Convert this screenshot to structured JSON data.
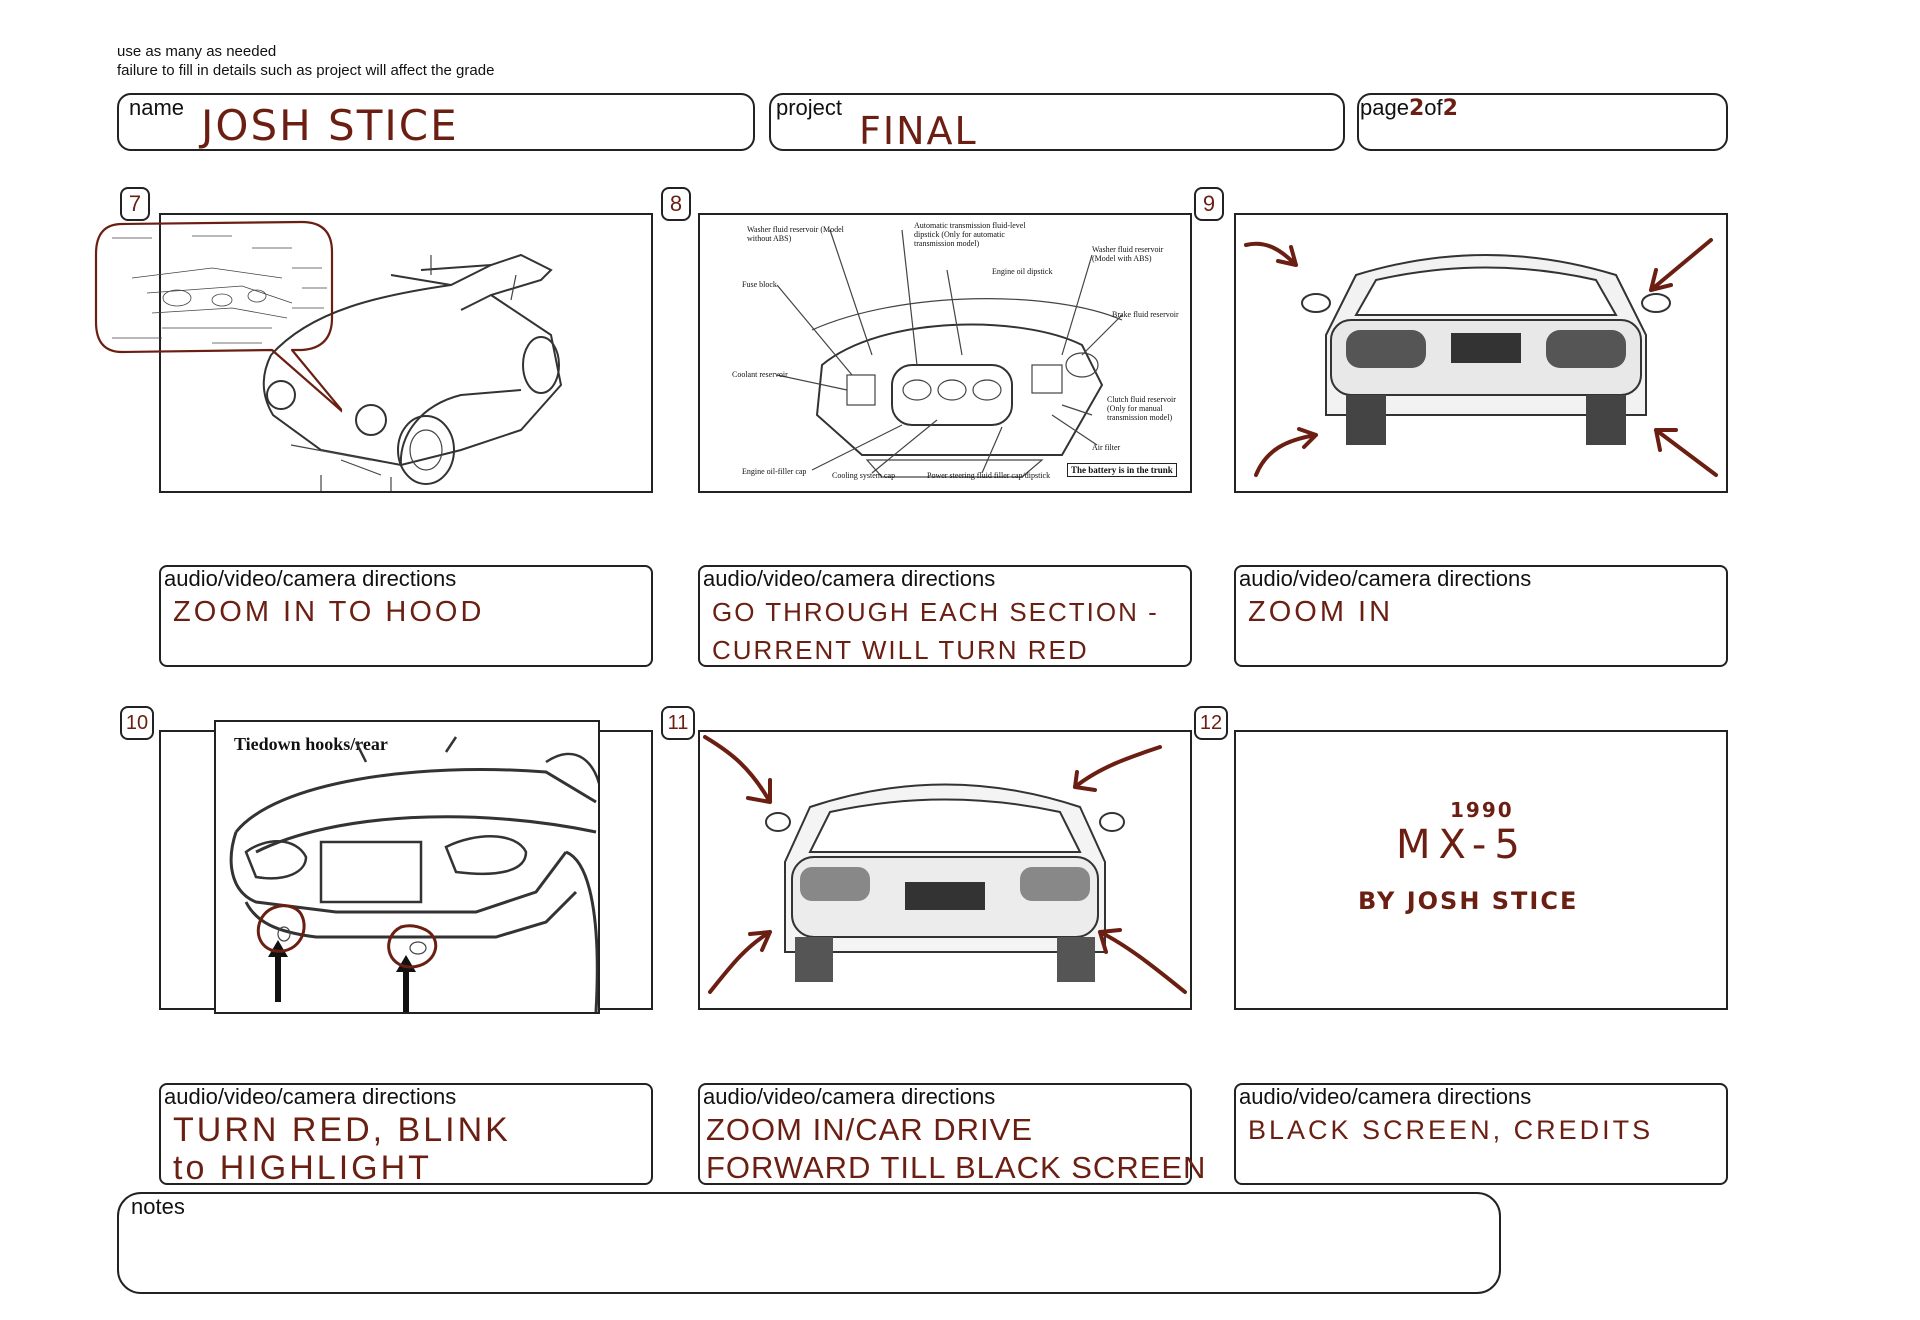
{
  "instructions": {
    "line1": "use as many as needed",
    "line2": "failure to fill in details such as project will affect the grade"
  },
  "header": {
    "name_label": "name",
    "name_value": "JOSH STICE",
    "project_label": "project",
    "project_value": "FINAL",
    "page_label_prefix": "page",
    "page_current": "2",
    "page_of": "of",
    "page_total": "2"
  },
  "panels": [
    {
      "number": "7",
      "direction_label": "audio/video/camera directions",
      "direction_text": "ZOOM IN TO HOOD"
    },
    {
      "number": "8",
      "direction_label": "audio/video/camera directions",
      "direction_text": "GO THROUGH EACH SECTION -\nCURRENT WILL TURN RED"
    },
    {
      "number": "9",
      "direction_label": "audio/video/camera directions",
      "direction_text": "ZOOM IN"
    },
    {
      "number": "10",
      "direction_label": "audio/video/camera directions",
      "direction_text": "TURN RED, BLINK\nto HIGHLIGHT"
    },
    {
      "number": "11",
      "direction_label": "audio/video/camera directions",
      "direction_text": "ZOOM IN/CAR DRIVE\nFORWARD TILL BLACK SCREEN"
    },
    {
      "number": "12",
      "direction_label": "audio/video/camera directions",
      "direction_text": "BLACK SCREEN, CREDITS"
    }
  ],
  "panel8_diagram": {
    "labels": [
      "Washer fluid reservoir (Model without ABS)",
      "Automatic transmission fluid-level dipstick (Only for automatic transmission model)",
      "Washer fluid reservoir (Model with ABS)",
      "Engine oil dipstick",
      "Fuse block",
      "Brake fluid reservoir",
      "Coolant reservoir",
      "Clutch fluid reservoir (Only for manual transmission model)",
      "Air filter",
      "Engine oil-filler cap",
      "Cooling system cap",
      "Power steering fluid filler cap/dipstick"
    ],
    "battery_note": "The battery is in the trunk"
  },
  "panel10_caption": "Tiedown hooks/rear",
  "panel12_title": {
    "year": "1990",
    "model": "MX-5",
    "credit": "BY JOSH STICE"
  },
  "notes": {
    "label": "notes",
    "value": ""
  },
  "colors": {
    "ink": "#6b1f12",
    "outline": "#222222"
  }
}
